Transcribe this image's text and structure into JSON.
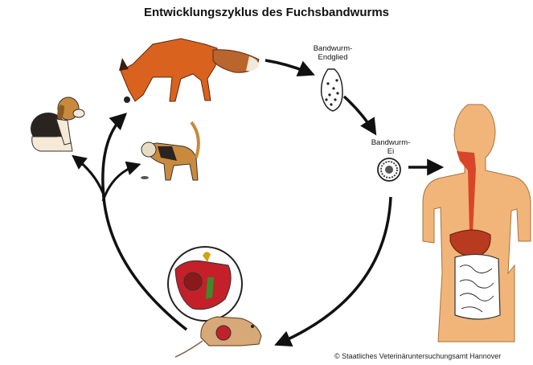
{
  "title": "Entwicklungszyklus des Fuchsbandwurms",
  "labels": {
    "endglied_line1": "Bandwurm-",
    "endglied_line2": "Endglied",
    "ei_line1": "Bandwurm-",
    "ei_line2": "Ei"
  },
  "copyright": "© Staatliches Veterinäruntersuchungsamt Hannover",
  "colors": {
    "fox": "#d9621f",
    "human_skin": "#f2b579",
    "liver": "#b83a1f",
    "esophagus": "#d8462a",
    "arrow": "#111111"
  }
}
